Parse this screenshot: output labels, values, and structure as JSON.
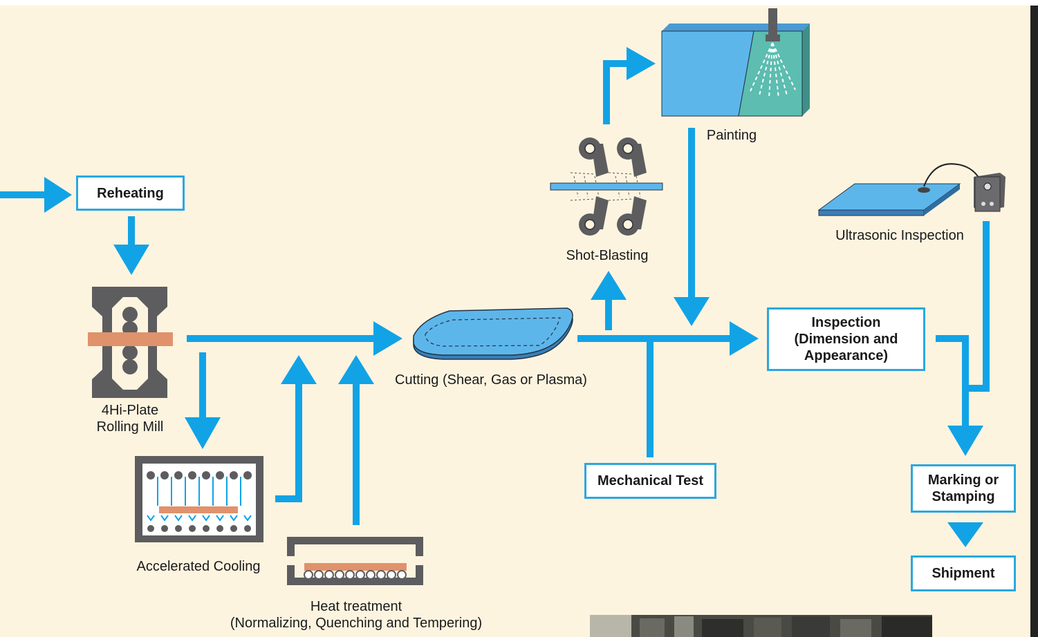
{
  "colors": {
    "arrow": "#11a3e6",
    "box_border": "#29a8e0",
    "background": "#fdf4e0",
    "equipment_gray": "#5d5d5f",
    "plate_copper": "#e0926c",
    "plate_blue": "#5db6ea",
    "paint_teal": "#5cbdb0"
  },
  "process_boxes": {
    "reheating": "Reheating",
    "inspection": "Inspection\n(Dimension and\nAppearance)",
    "mechanical_test": "Mechanical Test",
    "marking": "Marking or\nStamping",
    "shipment": "Shipment"
  },
  "equipment_labels": {
    "rolling_mill": "4Hi-Plate\nRolling Mill",
    "accelerated_cooling": "Accelerated Cooling",
    "heat_treatment": "Heat treatment\n(Normalizing, Quenching and Tempering)",
    "cutting": "Cutting (Shear, Gas or Plasma)",
    "shot_blasting": "Shot-Blasting",
    "painting": "Painting",
    "ultrasonic": "Ultrasonic Inspection"
  }
}
